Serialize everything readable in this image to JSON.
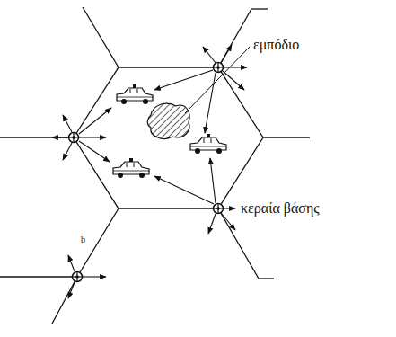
{
  "diagram": {
    "labels": [
      "εμπόδιο",
      "κεραία βάσης",
      "b"
    ]
  }
}
